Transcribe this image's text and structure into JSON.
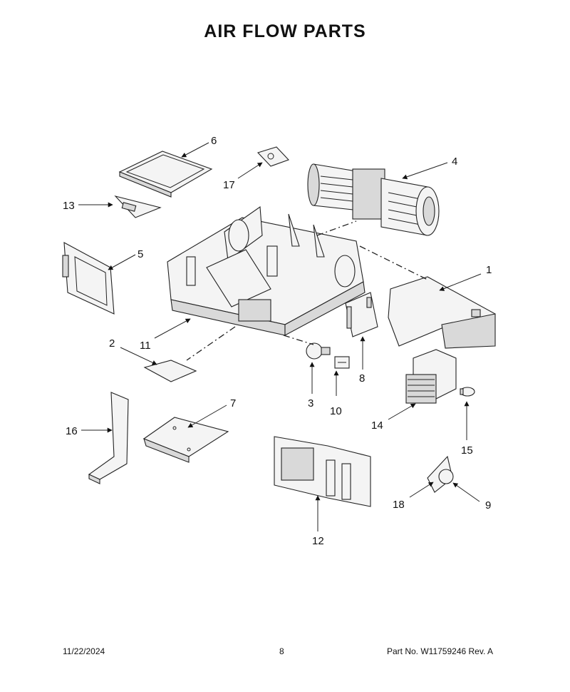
{
  "title": "AIR FLOW PARTS",
  "callouts": [
    {
      "id": "c1",
      "label": "1"
    },
    {
      "id": "c2",
      "label": "2"
    },
    {
      "id": "c3",
      "label": "3"
    },
    {
      "id": "c4",
      "label": "4"
    },
    {
      "id": "c5",
      "label": "5"
    },
    {
      "id": "c6",
      "label": "6"
    },
    {
      "id": "c7",
      "label": "7"
    },
    {
      "id": "c8",
      "label": "8"
    },
    {
      "id": "c9",
      "label": "9"
    },
    {
      "id": "c10",
      "label": "10"
    },
    {
      "id": "c11",
      "label": "11"
    },
    {
      "id": "c12",
      "label": "12"
    },
    {
      "id": "c13",
      "label": "13"
    },
    {
      "id": "c14",
      "label": "14"
    },
    {
      "id": "c15",
      "label": "15"
    },
    {
      "id": "c16",
      "label": "16"
    },
    {
      "id": "c17",
      "label": "17"
    },
    {
      "id": "c18",
      "label": "18"
    }
  ],
  "footer": {
    "date": "11/22/2024",
    "page": "8",
    "part_number": "Part No.  W11759246  Rev.  A"
  }
}
